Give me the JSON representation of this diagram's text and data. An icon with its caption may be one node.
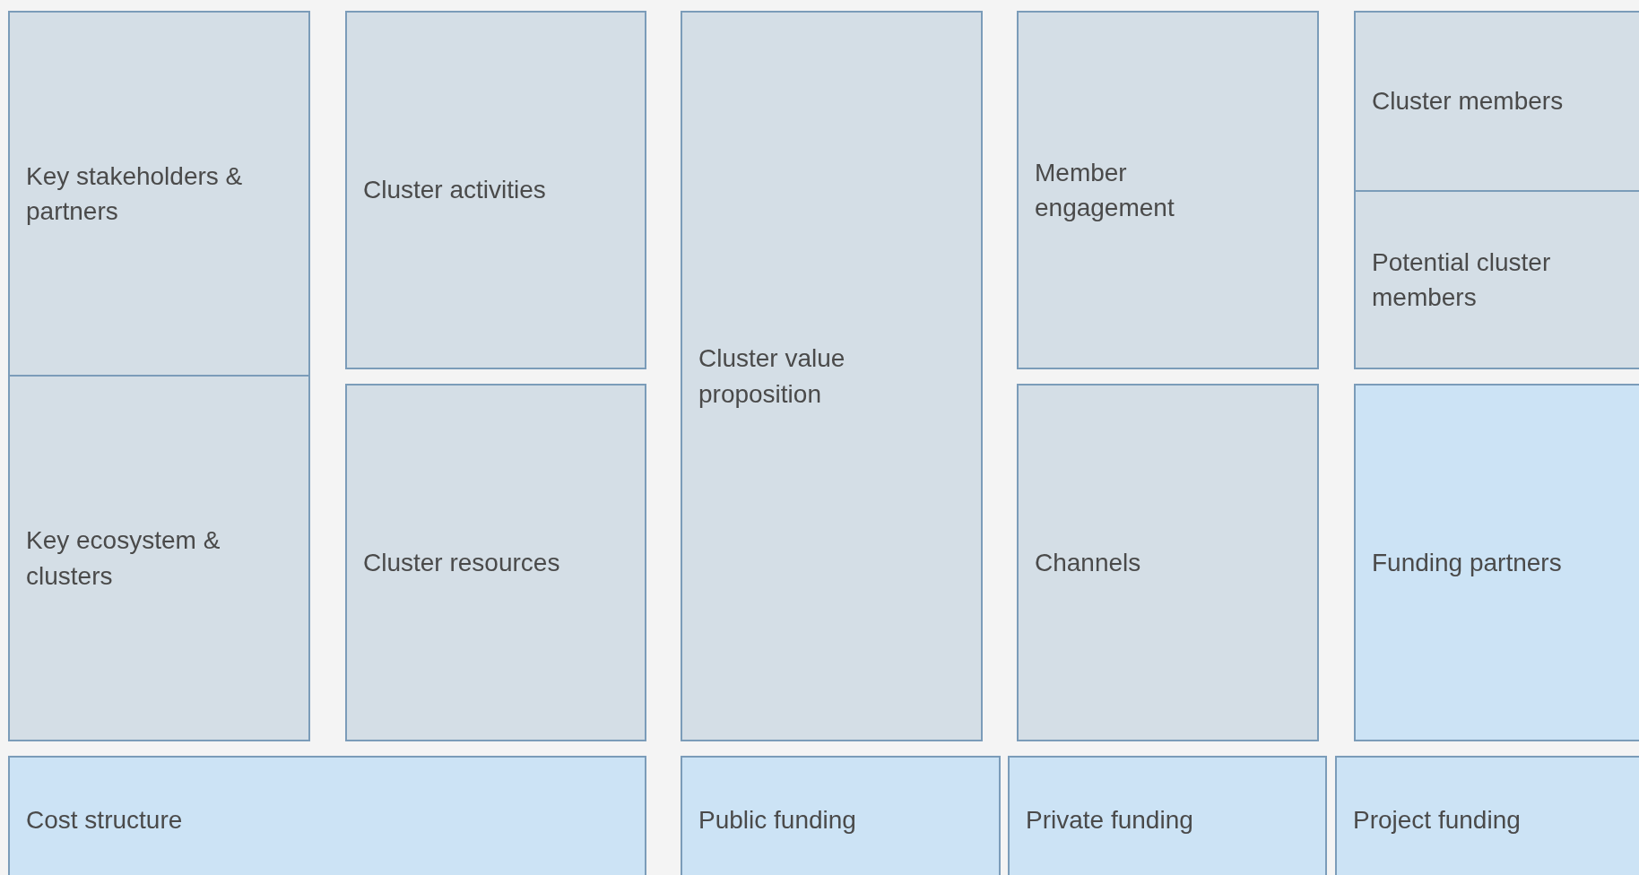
{
  "diagram": {
    "nodes": [
      {
        "text": [
          "Key stakeholders & partners"
        ]
      },
      {
        "text": [
          "Key ecosystem & clusters"
        ]
      },
      {
        "text": [
          "Cluster activities"
        ]
      },
      {
        "text": [
          "Cluster resources"
        ]
      },
      {
        "text": [
          "Cluster value proposition"
        ]
      },
      {
        "text": [
          "Member engagement"
        ]
      },
      {
        "text": [
          "Channels"
        ]
      },
      {
        "text": [
          "Cluster members"
        ]
      },
      {
        "text": [
          "Potential cluster members"
        ]
      },
      {
        "text": [
          "Funding partners"
        ]
      },
      {
        "text": [
          "Cost structure"
        ]
      },
      {
        "text": [
          "Public funding"
        ]
      },
      {
        "text": [
          "Private funding"
        ]
      },
      {
        "text": [
          "Project funding"
        ]
      }
    ]
  }
}
